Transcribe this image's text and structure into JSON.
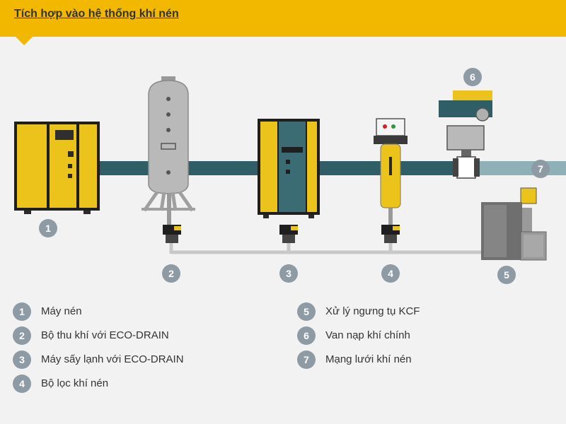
{
  "header": {
    "title": "Tích hợp vào hệ thống khí nén"
  },
  "diagram": {
    "markers": [
      "1",
      "2",
      "3",
      "4",
      "5",
      "6",
      "7"
    ]
  },
  "legend": {
    "left": [
      {
        "num": "1",
        "label": "Máy nén"
      },
      {
        "num": "2",
        "label": "Bộ thu khí với ECO-DRAIN"
      },
      {
        "num": "3",
        "label": "Máy sấy lạnh với ECO-DRAIN"
      },
      {
        "num": "4",
        "label": "Bộ lọc khí nén"
      }
    ],
    "right": [
      {
        "num": "5",
        "label": "Xử lý ngưng tụ KCF"
      },
      {
        "num": "6",
        "label": "Van nạp khí chính"
      },
      {
        "num": "7",
        "label": "Mạng lưới khí nén"
      }
    ]
  },
  "colors": {
    "accent": "#f2b800",
    "equipment_yellow": "#ecc31a",
    "pipe": "#2f5e66",
    "drain_line": "#c8c8c8",
    "marker": "#8e9ba5"
  }
}
